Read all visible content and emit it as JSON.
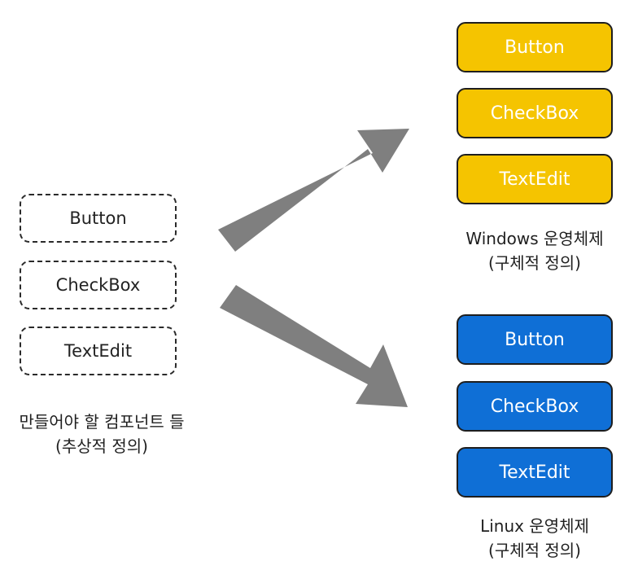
{
  "abstract": {
    "items": [
      "Button",
      "CheckBox",
      "TextEdit"
    ],
    "caption_line1": "만들어야 할 컴포넌트 들",
    "caption_line2": "(추상적 정의)"
  },
  "windows": {
    "items": [
      "Button",
      "CheckBox",
      "TextEdit"
    ],
    "caption_line1": "Windows 운영체제",
    "caption_line2": "(구체적 정의)",
    "color": "#f5c400"
  },
  "linux": {
    "items": [
      "Button",
      "CheckBox",
      "TextEdit"
    ],
    "caption_line1": "Linux 운영체제",
    "caption_line2": "(구체적 정의)",
    "color": "#0f6fd6"
  },
  "arrow_color": "#7f7f7f"
}
